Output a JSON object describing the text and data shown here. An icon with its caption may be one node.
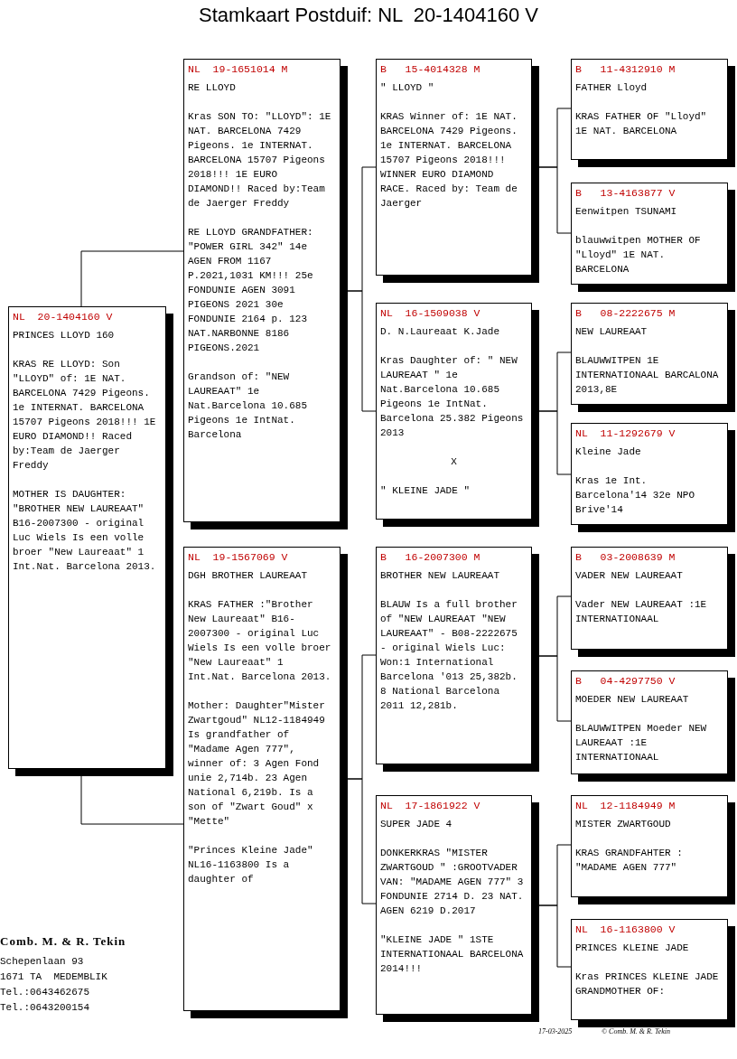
{
  "diagram": {
    "title": "Stamkaart Postduif: NL  20-1404160 V",
    "nodes": [
      {
        "text": [
          "NL  20-1404160 V",
          "PRINCES LLOYD 160",
          "KRAS RE LLOYD: Son \"LLOYD\" of: 1E NAT. BARCELONA 7429 Pigeons. 1e INTERNAT. BARCELONA 15707 Pigeons 2018!!! 1E EURO DIAMOND!! Raced by:Team de Jaerger Freddy",
          "MOTHER IS DAUGHTER: \"BROTHER NEW LAUREAAT\" B16-2007300 - original Luc Wiels Is een volle broer \"New Laureaat\" 1 Int.Nat. Barcelona 2013."
        ]
      },
      {
        "text": [
          "NL  19-1651014 M",
          "RE LLOYD",
          "Kras SON TO: \"LLOYD\": 1E NAT. BARCELONA 7429 Pigeons. 1e INTERNAT. BARCELONA 15707 Pigeons 2018!!! 1E EURO DIAMOND!! Raced by:Team de Jaerger Freddy",
          "RE LLOYD GRANDFATHER: \"POWER GIRL 342\" 14e AGEN FROM 1167 P.2021,1031 KM!!! 25e FONDUNIE AGEN 3091 PIGEONS 2021 30e FONDUNIE 2164 p. 123 NAT.NARBONNE 8186 PIGEONS.2021",
          "Grandson of: \"NEW LAUREAAT\" 1e Nat.Barcelona 10.685 Pigeons 1e IntNat. Barcelona"
        ]
      },
      {
        "text": [
          "B   15-4014328 M",
          "\" LLOYD \"",
          "KRAS Winner of: 1E NAT. BARCELONA 7429 Pigeons. 1e INTERNAT. BARCELONA 15707 Pigeons 2018!!! WINNER EURO DIAMOND RACE. Raced by: Team de Jaerger"
        ]
      },
      {
        "text": [
          "B   11-4312910 M",
          "FATHER Lloyd",
          "KRAS FATHER OF \"Lloyd\" 1E NAT. BARCELONA"
        ]
      },
      {
        "text": [
          "B   13-4163877 V",
          "Eenwitpen TSUNAMI",
          "blauwwitpen MOTHER OF \"Lloyd\" 1E NAT. BARCELONA"
        ]
      },
      {
        "text": [
          "NL  16-1509038 V",
          "D. N.Laureaat K.Jade",
          "Kras Daughter of: \" NEW LAUREAAT \" 1e Nat.Barcelona 10.685 Pigeons 1e IntNat. Barcelona 25.382 Pigeons 2013",
          "X",
          "\" KLEINE JADE \""
        ]
      },
      {
        "text": [
          "B   08-2222675 M",
          "NEW LAUREAAT",
          "BLAUWWITPEN 1E INTERNATIONAAL BARCALONA 2013,8E"
        ]
      },
      {
        "text": [
          "NL  11-1292679 V",
          "Kleine Jade",
          "Kras 1e Int. Barcelona'14 32e NPO Brive'14"
        ]
      },
      {
        "text": [
          "NL  19-1567069 V",
          "DGH BROTHER LAUREAAT",
          "KRAS FATHER :\"Brother New Laureaat\" B16-2007300 - original Luc Wiels Is een volle broer \"New Laureaat\" 1 Int.Nat. Barcelona 2013.",
          "Mother: Daughter\"Mister Zwartgoud\" NL12-1184949 Is grandfather of \"Madame Agen 777\", winner of: 3 Agen Fond unie 2,714b. 23 Agen National 6,219b. Is a son of \"Zwart Goud\" x \"Mette\"",
          "\"Princes Kleine Jade\" NL16-1163800 Is a daughter of"
        ]
      },
      {
        "text": [
          "B   16-2007300 M",
          "BROTHER NEW LAUREAAT",
          "BLAUW Is a full brother of \"NEW LAUREAAT \"NEW LAUREAAT\" - B08-2222675 - original Wiels Luc: Won:1 International Barcelona '013 25,382b. 8 National Barcelona 2011 12,281b."
        ]
      },
      {
        "text": [
          "B   03-2008639 M",
          "VADER NEW LAUREAAT",
          "Vader NEW LAUREAAT :1E INTERNATIONAAL"
        ]
      },
      {
        "text": [
          "B   04-4297750 V",
          "MOEDER NEW LAUREAAT",
          "BLAUWWITPEN Moeder NEW LAUREAAT :1E INTERNATIONAAL"
        ]
      },
      {
        "text": [
          "NL  17-1861922 V",
          "SUPER JADE 4",
          "DONKERKRAS \"MISTER ZWARTGOUD \" :GROOTVADER VAN: \"MADAME AGEN 777\" 3 FONDUNIE 2714 D. 23 NAT. AGEN 6219 D.2017",
          "\"KLEINE JADE \" 1STE INTERNATIONAAL BARCELONA 2014!!!"
        ]
      },
      {
        "text": [
          "NL  12-1184949 M",
          "MISTER ZWARTGOUD",
          "KRAS GRANDFAHTER : \"MADAME AGEN 777\""
        ]
      },
      {
        "text": [
          "NL  16-1163800 V",
          "PRINCES KLEINE JADE",
          "Kras PRINCES KLEINE JADE GRANDMOTHER OF:"
        ]
      }
    ],
    "edges": [
      {
        "from": 0,
        "to": 1,
        "arrow": "none"
      },
      {
        "from": 0,
        "to": 8,
        "arrow": "none"
      },
      {
        "from": 1,
        "to": 2,
        "arrow": "none"
      },
      {
        "from": 1,
        "to": 5,
        "arrow": "none"
      },
      {
        "from": 2,
        "to": 3,
        "arrow": "none"
      },
      {
        "from": 2,
        "to": 4,
        "arrow": "none"
      },
      {
        "from": 5,
        "to": 6,
        "arrow": "none"
      },
      {
        "from": 5,
        "to": 7,
        "arrow": "none"
      },
      {
        "from": 8,
        "to": 9,
        "arrow": "none"
      },
      {
        "from": 8,
        "to": 12,
        "arrow": "none"
      },
      {
        "from": 9,
        "to": 10,
        "arrow": "none"
      },
      {
        "from": 9,
        "to": 11,
        "arrow": "none"
      },
      {
        "from": 12,
        "to": 13,
        "arrow": "none"
      },
      {
        "from": 12,
        "to": 14,
        "arrow": "none"
      }
    ],
    "labels": [
      "Comb. M. & R. Tekin",
      "Schepenlaan 93",
      "1671 TA  MEDEMBLIK",
      "Tel.:0643462675",
      "Tel.:0643200154",
      "17-03-2025",
      "© Comb. M. & R. Tekin"
    ]
  }
}
